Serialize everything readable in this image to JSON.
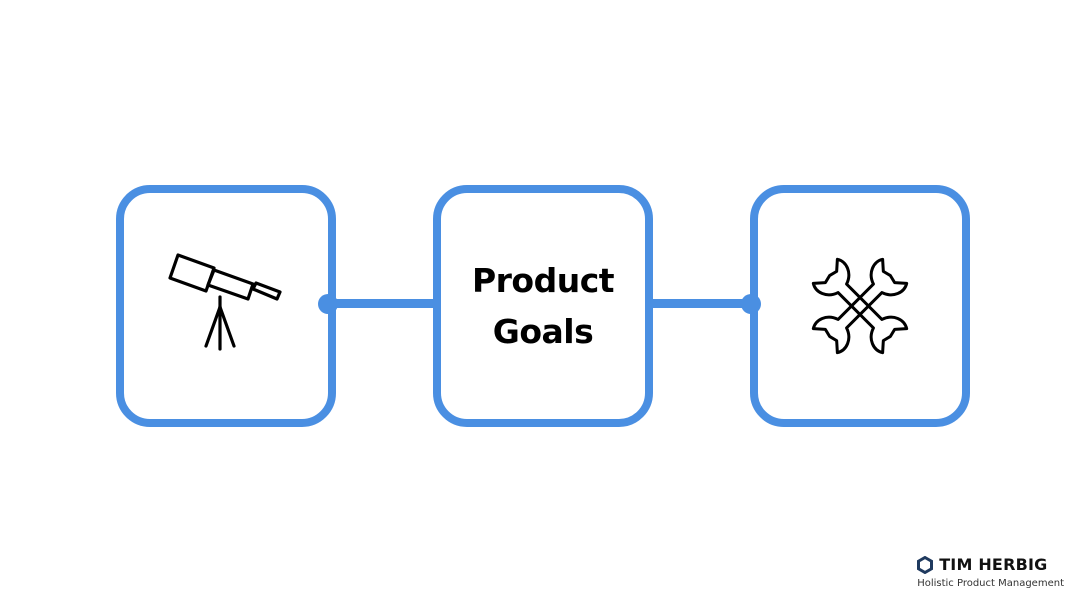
{
  "diagram": {
    "center_box": {
      "line1": "Product",
      "line2": "Goals"
    },
    "left_box": {
      "icon": "telescope-icon"
    },
    "right_box": {
      "icon": "crossed-wrenches-icon"
    },
    "accent_color": "#4a8fe2"
  },
  "brand": {
    "name": "TIM HERBIG",
    "tagline": "Holistic Product Management",
    "logo_icon": "hexagon-logo-icon"
  }
}
